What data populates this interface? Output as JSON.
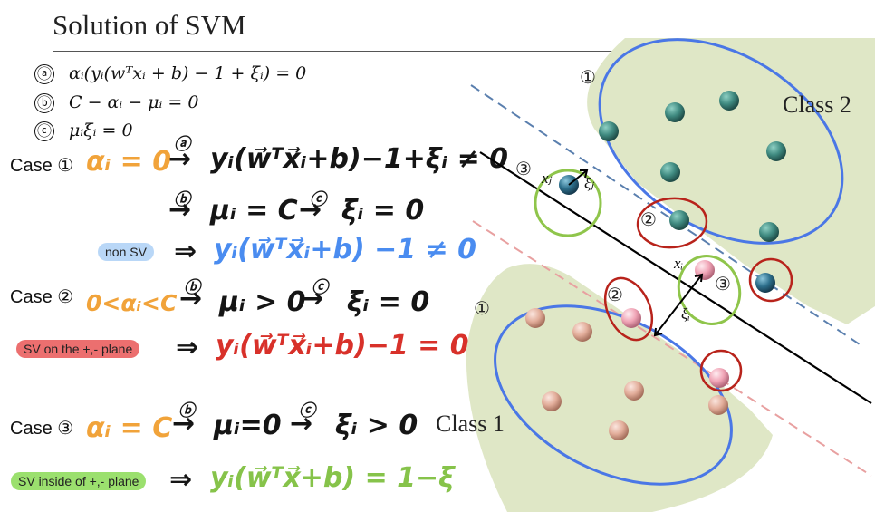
{
  "title": "Solution of SVM",
  "equations": [
    {
      "label": "ⓐ",
      "text": "αᵢ(yᵢ(wᵀxᵢ + b) − 1 + ξᵢ) = 0"
    },
    {
      "label": "ⓑ",
      "text": "C − αᵢ − μᵢ = 0"
    },
    {
      "label": "ⓒ",
      "text": "μᵢξᵢ = 0"
    }
  ],
  "cases": [
    {
      "label": "Case ①",
      "condition": "αᵢ = 0",
      "line1_arrow": "ⓐ",
      "line1_result": "yᵢ(w⃗ᵀx⃗ᵢ+b)−1+ξᵢ ≠ 0",
      "line2_arrow1": "ⓑ",
      "line2_mid": "μᵢ = C",
      "line2_arrow2": "ⓒ",
      "line2_result": "ξᵢ = 0",
      "tag": "non SV",
      "conclusion": "yᵢ(w⃗ᵀx⃗ᵢ+b) −1 ≠ 0"
    },
    {
      "label": "Case ②",
      "condition": "0<αᵢ<C",
      "line1_arrow1": "ⓑ",
      "line1_mid": "μᵢ > 0",
      "line1_arrow2": "ⓒ",
      "line1_result": "ξᵢ = 0",
      "tag": "SV on the +,- plane",
      "conclusion": "yᵢ(w⃗ᵀx⃗ᵢ+b)−1 = 0"
    },
    {
      "label": "Case ③",
      "condition": "αᵢ = C",
      "line1_arrow1": "ⓑ",
      "line1_mid": "μᵢ=0",
      "line1_arrow2": "ⓒ",
      "line1_result": "ξᵢ > 0",
      "tag": "SV inside of +,- plane",
      "conclusion": "yᵢ(w⃗ᵀx⃗+b) = 1−ξ"
    }
  ],
  "diagram": {
    "class2_label": "Class 2",
    "class1_label": "Class 1",
    "marker_1_top": "①",
    "marker_1_bottom": "①",
    "marker_2_top": "②",
    "marker_2_bottom": "②",
    "marker_3_left": "③",
    "marker_3_right": "③",
    "xj_label": "xⱼ",
    "xij_label": "ξⱼ",
    "xi_label": "xᵢ",
    "xii_label": "ξᵢ",
    "colors": {
      "region": "#dfe7c6",
      "class2_point": "#3f8a80",
      "class1_point": "#e8b6a5",
      "hyperplane": "#000000",
      "plus_plane": "#5a7fae",
      "minus_plane": "#e8a0a0",
      "ellipse_blue": "#4a77e6",
      "circle_red": "#b8231b",
      "circle_green": "#8fc54b"
    }
  }
}
